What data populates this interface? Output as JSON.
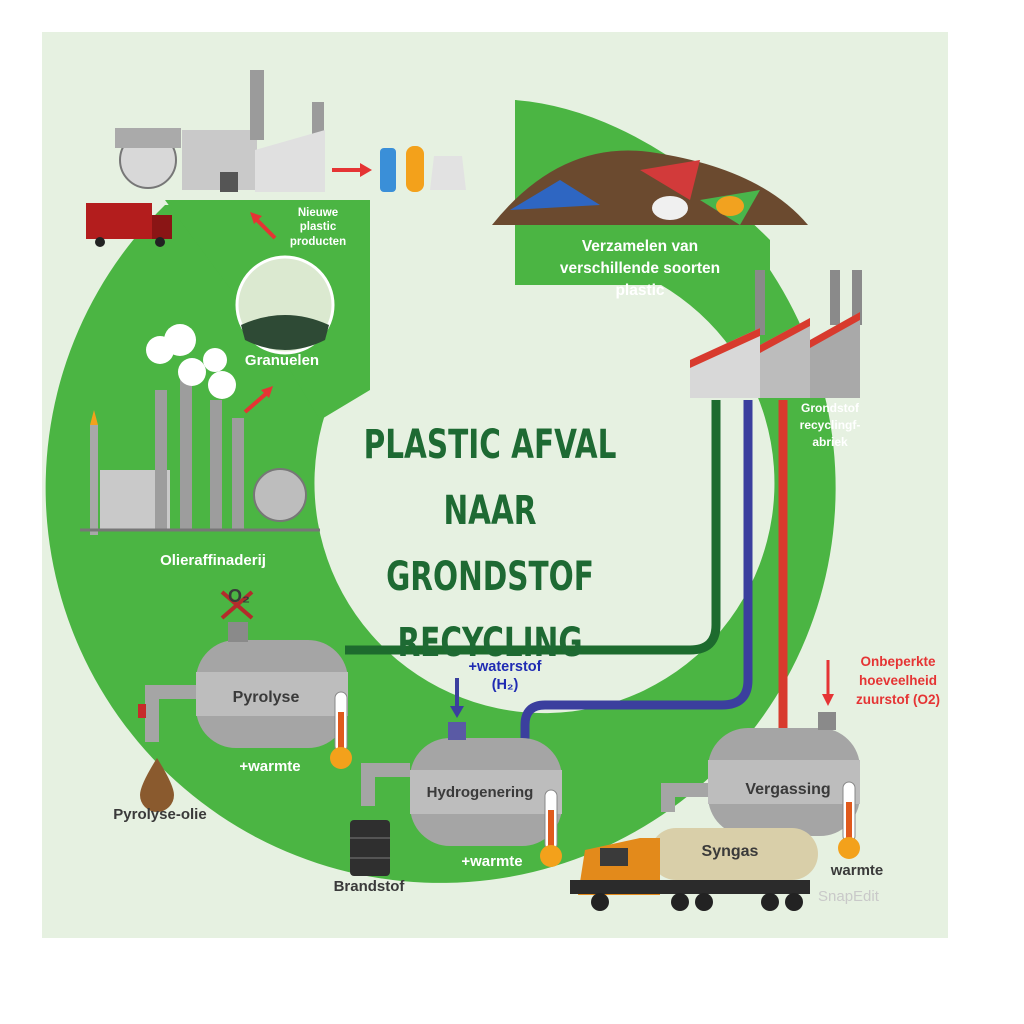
{
  "title_lines": [
    "PLASTIC AFVAL NAAR",
    "GRONDSTOF",
    "RECYCLING"
  ],
  "labels": {
    "new_products": [
      "Nieuwe",
      "plastic",
      "producten"
    ],
    "collection": [
      "Verzamelen van",
      "verschillende soorten",
      "plastic"
    ],
    "granules": "Granuelen",
    "refinery": "Olieraffinaderij",
    "factory": [
      "Grondstof",
      "recyclingf-",
      "abriek"
    ],
    "pyrolysis": "Pyrolyse",
    "pyrolysis_heat": "+warmte",
    "pyrolysis_oil": "Pyrolyse-olie",
    "hydrogen_add": "+waterstof",
    "hydrogen_formula": "(H₂)",
    "hydrogenation": "Hydrogenering",
    "hydrogenation_heat": "+warmte",
    "fuel": "Brandstof",
    "oxygen_limit": [
      "Onbeperkte",
      "hoeveelheid",
      "zuurstof (O2)"
    ],
    "gasification": "Vergassing",
    "syngas": "Syngas",
    "gasification_heat": "warmte",
    "o2_crossed": "O₂",
    "watermark": "SnapEdit"
  },
  "colors": {
    "panel_bg": "#e6f1e1",
    "ring_green": "#4bb543",
    "title_green": "#1e6a33",
    "hydrogen_blue": "#1f2bb3",
    "oxygen_red": "#e53434",
    "pipe_dark_green": "#1d6b2e",
    "pipe_blue": "#3b3f9e",
    "pipe_red": "#d83a2d"
  },
  "icons": [
    "factory-icon",
    "bottle-icon",
    "truck-icon",
    "granules-icon",
    "refinery-icon",
    "recycling-factory-icon",
    "waste-pile-icon",
    "tank-icon",
    "thermometer-icon",
    "oil-drop-icon",
    "barrel-icon",
    "tanker-truck-icon"
  ]
}
